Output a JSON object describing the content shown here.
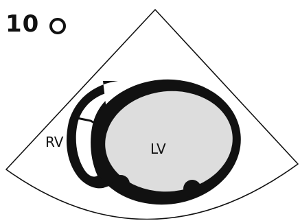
{
  "view": {
    "number": "10",
    "symbol_icon": "circle-outline-icon"
  },
  "labels": {
    "rv": "RV",
    "lv": "LV"
  },
  "colors": {
    "ink": "#111111",
    "lv_cavity": "#dddddd",
    "background": "#ffffff"
  }
}
